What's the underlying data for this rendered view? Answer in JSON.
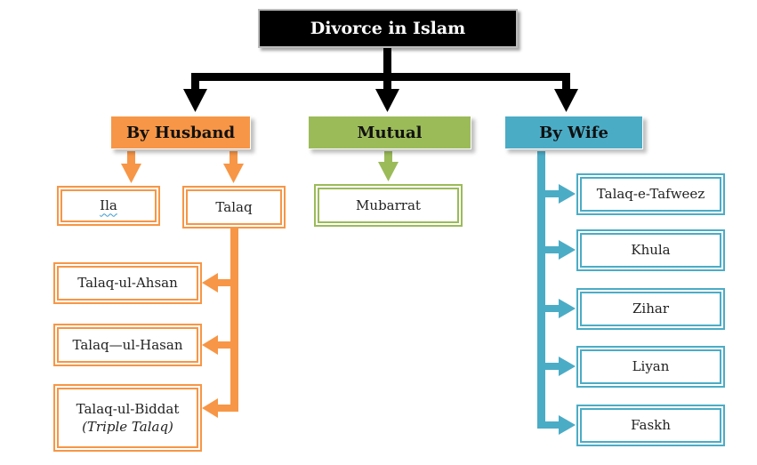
{
  "title": "Divorce in Islam",
  "colors": {
    "title_bg": "#000000",
    "by_husband": "#f79646",
    "mutual": "#9bbb59",
    "by_wife": "#4bacc6"
  },
  "categories": {
    "by_husband": "By Husband",
    "mutual": "Mutual",
    "by_wife": "By Wife"
  },
  "by_husband": {
    "ila": "Ila",
    "talaq": "Talaq",
    "talaq_types": {
      "ahsan": "Talaq-ul-Ahsan",
      "hasan": "Talaq—ul-Hasan",
      "biddat": "Talaq-ul-Biddat",
      "biddat_note": "(Triple Talaq)"
    }
  },
  "mutual": {
    "mubarrat": "Mubarrat"
  },
  "by_wife": {
    "items": [
      "Talaq-e-Tafweez",
      "Khula",
      "Zihar",
      "Liyan",
      "Faskh"
    ]
  }
}
